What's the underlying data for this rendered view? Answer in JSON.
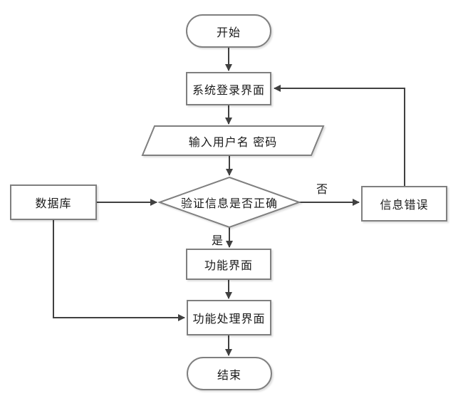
{
  "diagram": {
    "type": "flowchart",
    "nodes": {
      "start": {
        "label": "开始",
        "shape": "terminator"
      },
      "login": {
        "label": "系统登录界面",
        "shape": "process"
      },
      "input": {
        "label": "输入用户名 密码",
        "shape": "io-parallelogram"
      },
      "verify": {
        "label": "验证信息是否正确",
        "shape": "decision-diamond"
      },
      "database": {
        "label": "数据库",
        "shape": "process"
      },
      "error": {
        "label": "信息错误",
        "shape": "process"
      },
      "function": {
        "label": "功能界面",
        "shape": "process"
      },
      "process": {
        "label": "功能处理界面",
        "shape": "process"
      },
      "end": {
        "label": "结束",
        "shape": "terminator"
      }
    },
    "edge_labels": {
      "no": "否",
      "yes": "是"
    },
    "edges": [
      {
        "from": "开始",
        "to": "系统登录界面",
        "label": ""
      },
      {
        "from": "系统登录界面",
        "to": "输入用户名 密码",
        "label": ""
      },
      {
        "from": "输入用户名 密码",
        "to": "验证信息是否正确",
        "label": ""
      },
      {
        "from": "数据库",
        "to": "验证信息是否正确",
        "label": ""
      },
      {
        "from": "验证信息是否正确",
        "to": "信息错误",
        "label": "否"
      },
      {
        "from": "信息错误",
        "to": "系统登录界面",
        "label": ""
      },
      {
        "from": "验证信息是否正确",
        "to": "功能界面",
        "label": "是"
      },
      {
        "from": "功能界面",
        "to": "功能处理界面",
        "label": ""
      },
      {
        "from": "数据库",
        "to": "功能处理界面",
        "label": ""
      },
      {
        "from": "功能处理界面",
        "to": "结束",
        "label": ""
      }
    ],
    "colors": {
      "background": "#ffffff",
      "shape_border": "#7f7f7f",
      "connector": "#404040",
      "text": "#1a1a1a"
    }
  }
}
